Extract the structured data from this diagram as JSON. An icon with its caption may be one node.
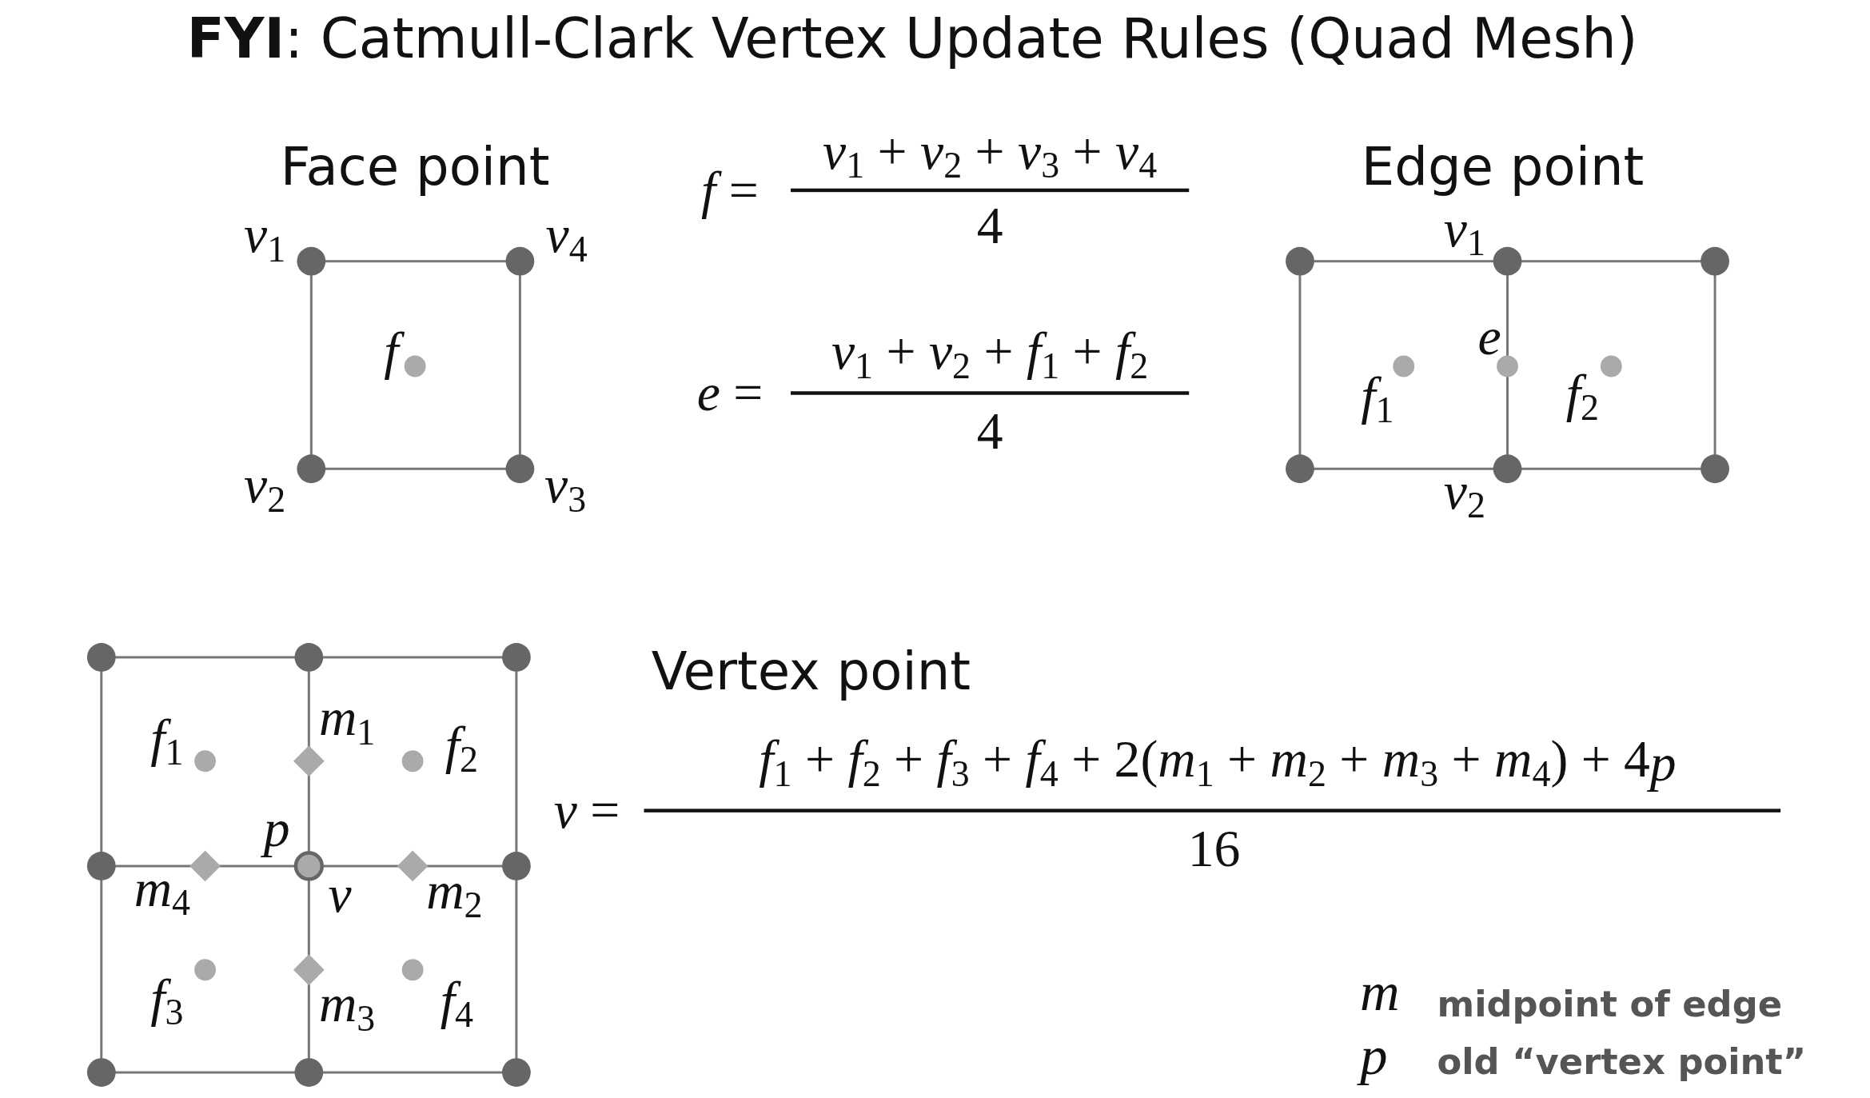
{
  "diagram": {
    "title": "**FYI**: Catmull-Clark Vertex Update Rules (Quad Mesh)",
    "labels": [
      "Face point",
      "*v*$_{1}$",
      "*v*$_{4}$",
      "*f*",
      "*v*$_{2}$",
      "*v*$_{3}$",
      "*f* =",
      "*v*$_{1}$ + *v*$_{2}$ + *v*$_{3}$ + *v*$_{4}$",
      "4",
      "Edge point",
      "*v*$_{1}$",
      "*e*",
      "*f*$_{1}$",
      "*f*$_{2}$",
      "*v*$_{2}$",
      "*e* =",
      "*v*$_{1}$ + *v*$_{2}$ + *f*$_{1}$ + *f*$_{2}$",
      "4",
      "Vertex point",
      "*f*$_{1}$",
      "*m*$_{1}$",
      "*f*$_{2}$",
      "*p*",
      "*m*$_{4}$",
      "*v*",
      "*m*$_{2}$",
      "*f*$_{3}$",
      "*m*$_{3}$",
      "*f*$_{4}$",
      "*v* =",
      "*f*$_{1}$ + *f*$_{2}$ + *f*$_{3}$ + *f*$_{4}$ + 2(*m*$_{1}$ + *m*$_{2}$ + *m*$_{3}$ + *m*$_{4}$) + 4",
      "*p*",
      "16",
      "*m*",
      "midpoint of edge",
      "*p*",
      "old “vertex point”"
    ]
  }
}
